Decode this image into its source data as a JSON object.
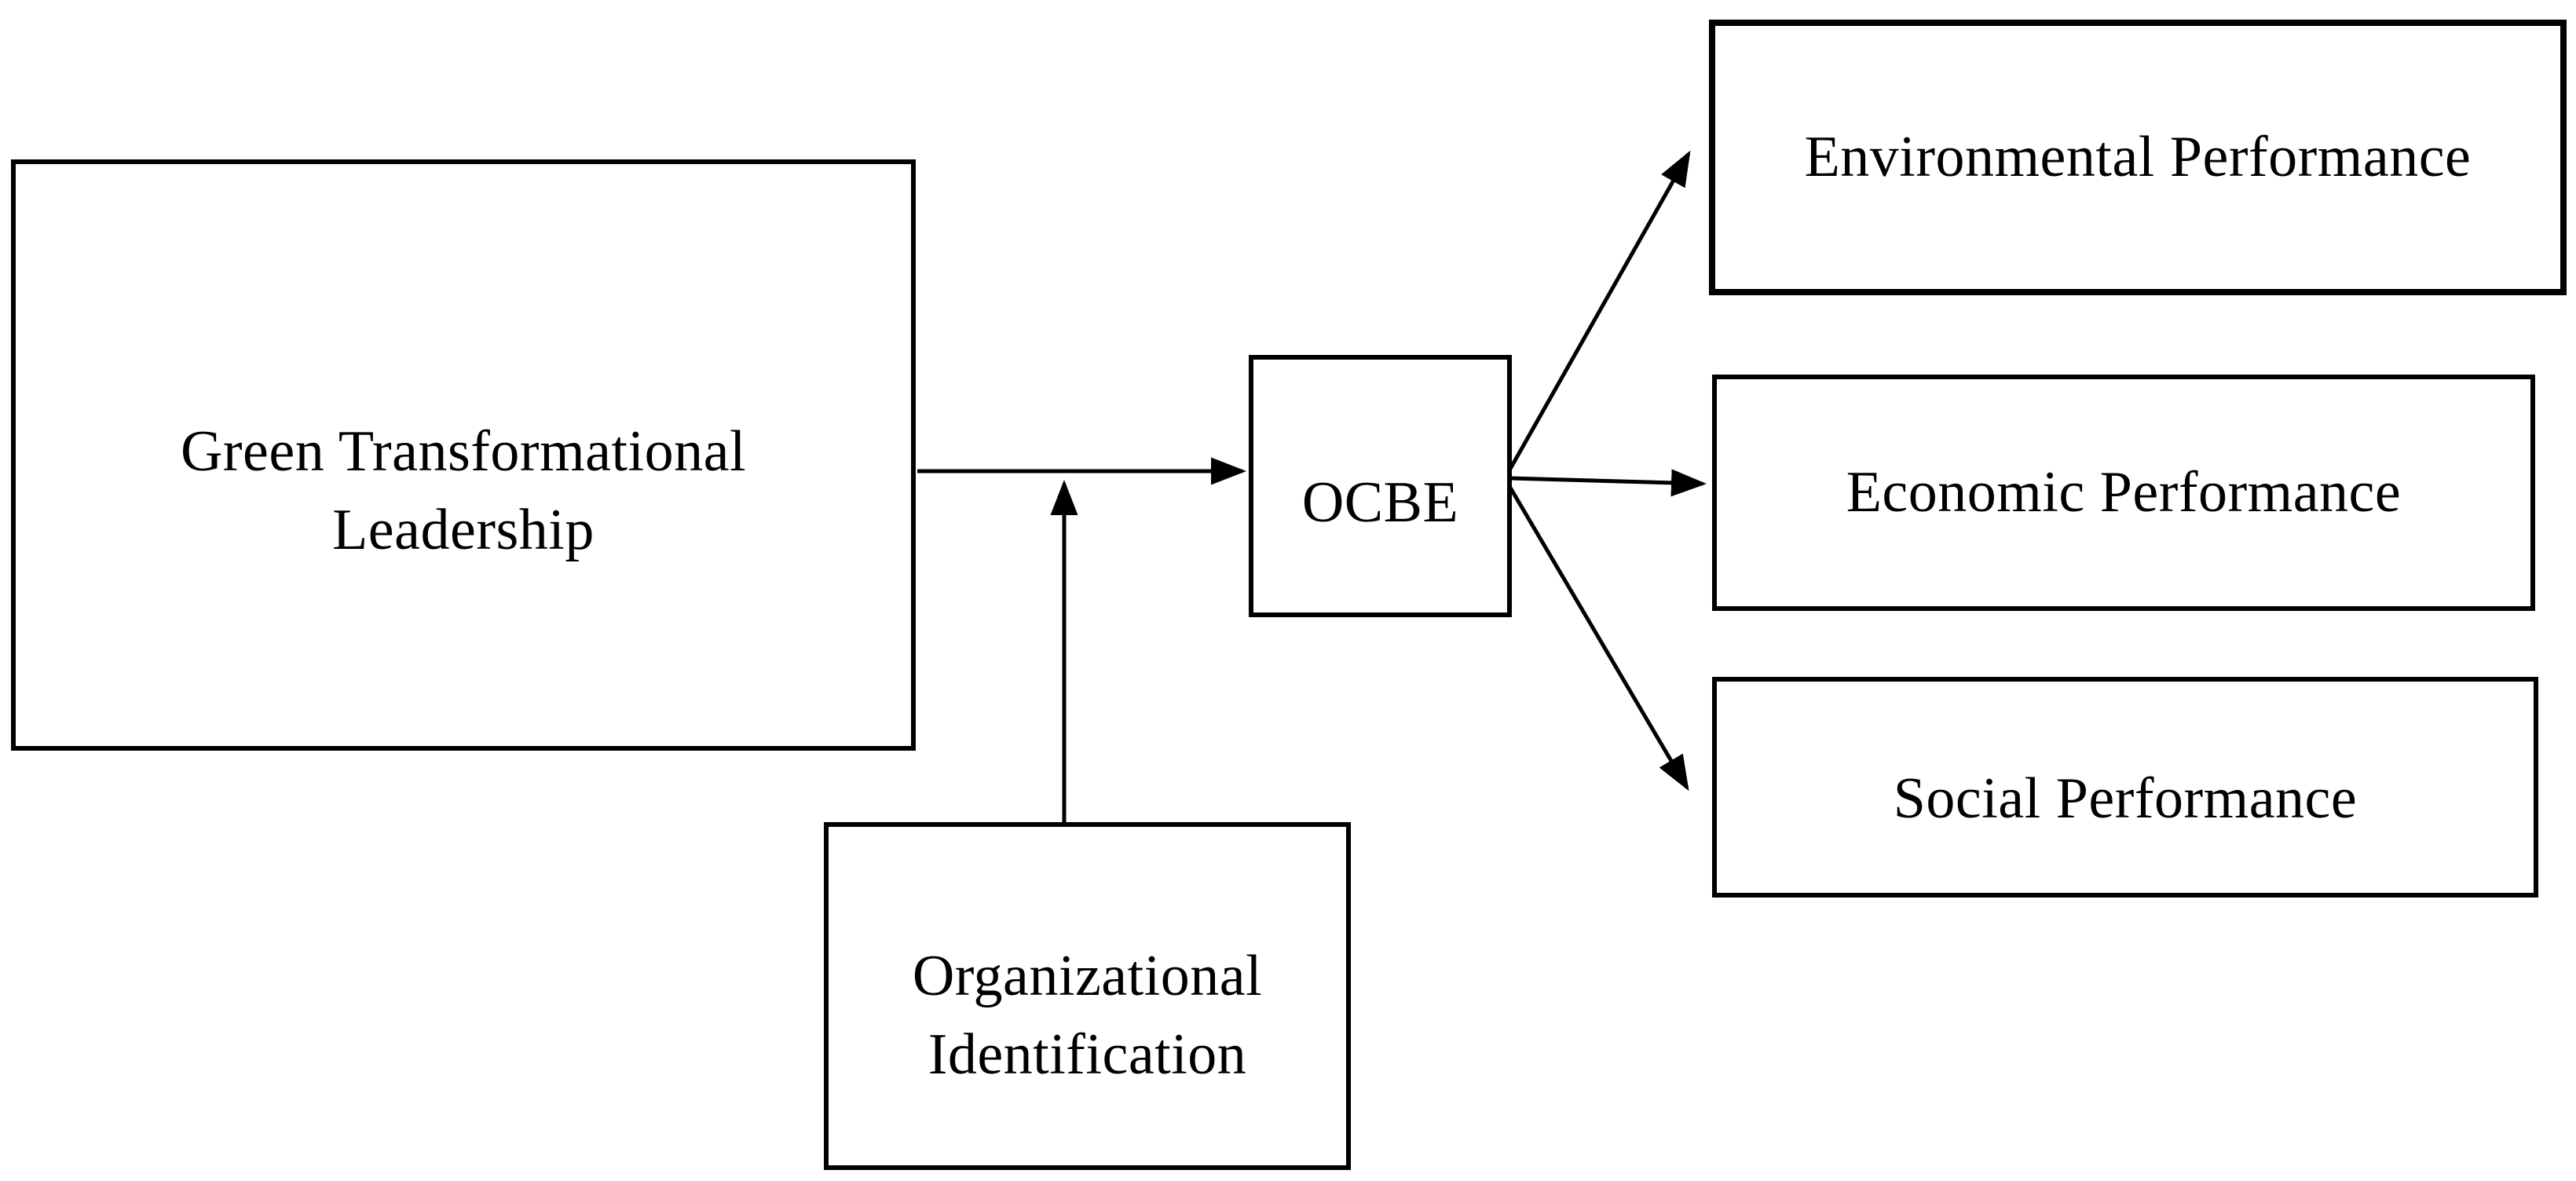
{
  "figure": {
    "type": "conceptual-model-diagram",
    "style": {
      "background_color": "#ffffff",
      "line_color": "#000000",
      "text_color": "#000000"
    }
  },
  "nodes": {
    "gtl": {
      "role": "independent-variable",
      "lines": [
        "Green Transformational",
        "Leadership"
      ]
    },
    "oi": {
      "role": "moderator",
      "lines": [
        "Organizational",
        "Identification"
      ]
    },
    "ocbe": {
      "role": "mediator",
      "lines": [
        "OCBE"
      ]
    },
    "env": {
      "role": "outcome",
      "lines": [
        "Environmental Performance"
      ]
    },
    "eco": {
      "role": "outcome",
      "lines": [
        "Economic Performance"
      ]
    },
    "soc": {
      "role": "outcome",
      "lines": [
        "Social Performance"
      ]
    }
  },
  "edges": [
    {
      "from": "gtl",
      "to": "ocbe",
      "type": "direct-arrow"
    },
    {
      "from": "oi",
      "to": "gtl-ocbe-path",
      "type": "moderation-arrow"
    },
    {
      "from": "ocbe",
      "to": "env",
      "type": "direct-arrow"
    },
    {
      "from": "ocbe",
      "to": "eco",
      "type": "direct-arrow"
    },
    {
      "from": "ocbe",
      "to": "soc",
      "type": "direct-arrow"
    }
  ]
}
